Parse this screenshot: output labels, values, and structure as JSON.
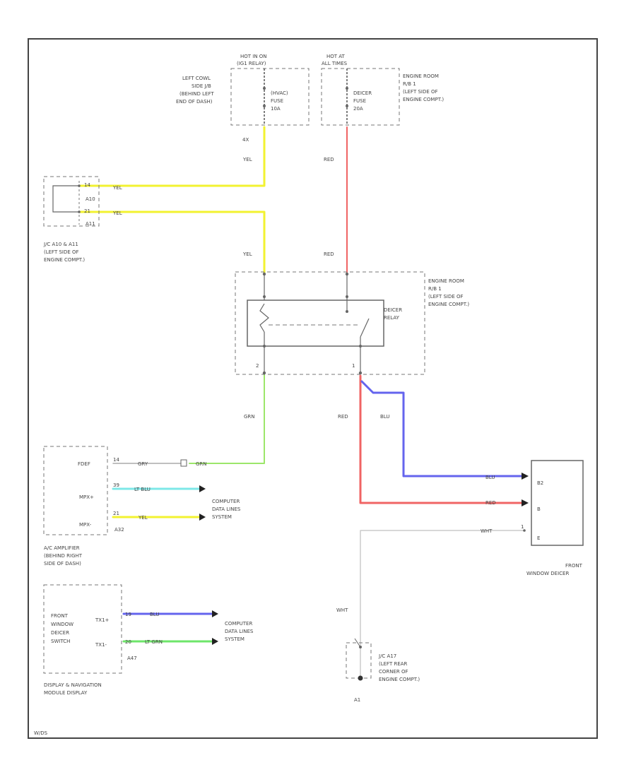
{
  "fuses": {
    "ign": {
      "header": "HOT IN ON",
      "header2": "(IG1 RELAY)",
      "line1": "(HVAC)",
      "line2": "FUSE",
      "line3": "10A",
      "location": [
        "LEFT COWL",
        "SIDE J/B",
        "(BEHIND LEFT",
        "END OF DASH)"
      ],
      "pin": "4X"
    },
    "batt": {
      "header": "HOT AT",
      "header2": "ALL TIMES",
      "line1": "DEICER",
      "line2": "FUSE",
      "line3": "20A",
      "location": [
        "ENGINE ROOM",
        "R/B 1",
        "(LEFT SIDE OF",
        "ENGINE COMPT.)"
      ]
    }
  },
  "wires": {
    "yel": "YEL",
    "red": "RED",
    "grn": "GRN",
    "blu": "BLU",
    "wht": "WHT",
    "gry": "GRY",
    "lt_blu": "LT BLU",
    "lt_grn": "LT GRN"
  },
  "junction": {
    "pin_a": "14",
    "pin_b": "21",
    "conn_a": "A10",
    "conn_b": "A11",
    "location": [
      "J/C A10 & A11",
      "(LEFT SIDE OF",
      "ENGINE COMPT.)"
    ]
  },
  "relay": {
    "label": [
      "DEICER",
      "RELAY"
    ],
    "location": [
      "ENGINE ROOM",
      "R/B 1",
      "(LEFT SIDE OF",
      "ENGINE COMPT.)"
    ],
    "pin_left": "2",
    "pin_right": "1"
  },
  "amplifier": {
    "rows": [
      "FDEF",
      "MPX+",
      "MPX-"
    ],
    "pins": [
      "14",
      "39",
      "21"
    ],
    "connector": "A32",
    "name": [
      "A/C AMPLIFIER",
      "(BEHIND RIGHT",
      "SIDE OF DASH)"
    ],
    "data_lines": [
      "COMPUTER",
      "DATA LINES",
      "SYSTEM"
    ]
  },
  "display": {
    "rows": [
      "FRONT",
      "WINDOW",
      "DEICER",
      "SWITCH"
    ],
    "pin_labels": [
      "TX1+",
      "TX1-"
    ],
    "pins": [
      "19",
      "20"
    ],
    "connector": "A47",
    "name": [
      "DISPLAY & NAVIGATION",
      "MODULE DISPLAY"
    ],
    "data_lines": [
      "COMPUTER",
      "DATA LINES",
      "SYSTEM"
    ]
  },
  "deicer": {
    "pins": [
      "B2",
      "B",
      "E"
    ],
    "pin_nums": [
      "",
      "",
      "1"
    ],
    "name": [
      "FRONT",
      "WINDOW DEICER"
    ]
  },
  "ground": {
    "location": [
      "J/C A17",
      "(LEFT REAR",
      "CORNER OF",
      "ENGINE COMPT.)"
    ],
    "pin": "A1"
  },
  "colors": {
    "yel": "#f2f230",
    "red": "#f06464",
    "grn": "#9ce66a",
    "blu": "#6464ee",
    "lt_blu": "#7ee8e8",
    "lt_grn": "#6ee66a",
    "wht": "#cccccc",
    "gry": "#aaaaaa",
    "frame": "#444444"
  },
  "footer": "W/DS"
}
